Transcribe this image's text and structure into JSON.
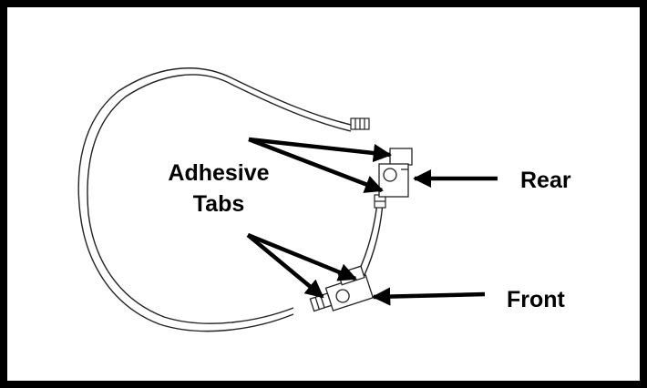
{
  "labels": {
    "adhesive": "Adhesive",
    "tabs": "Tabs",
    "rear": "Rear",
    "front": "Front"
  },
  "colors": {
    "frame": "#000000",
    "cable": "#222222",
    "background": "#ffffff"
  }
}
